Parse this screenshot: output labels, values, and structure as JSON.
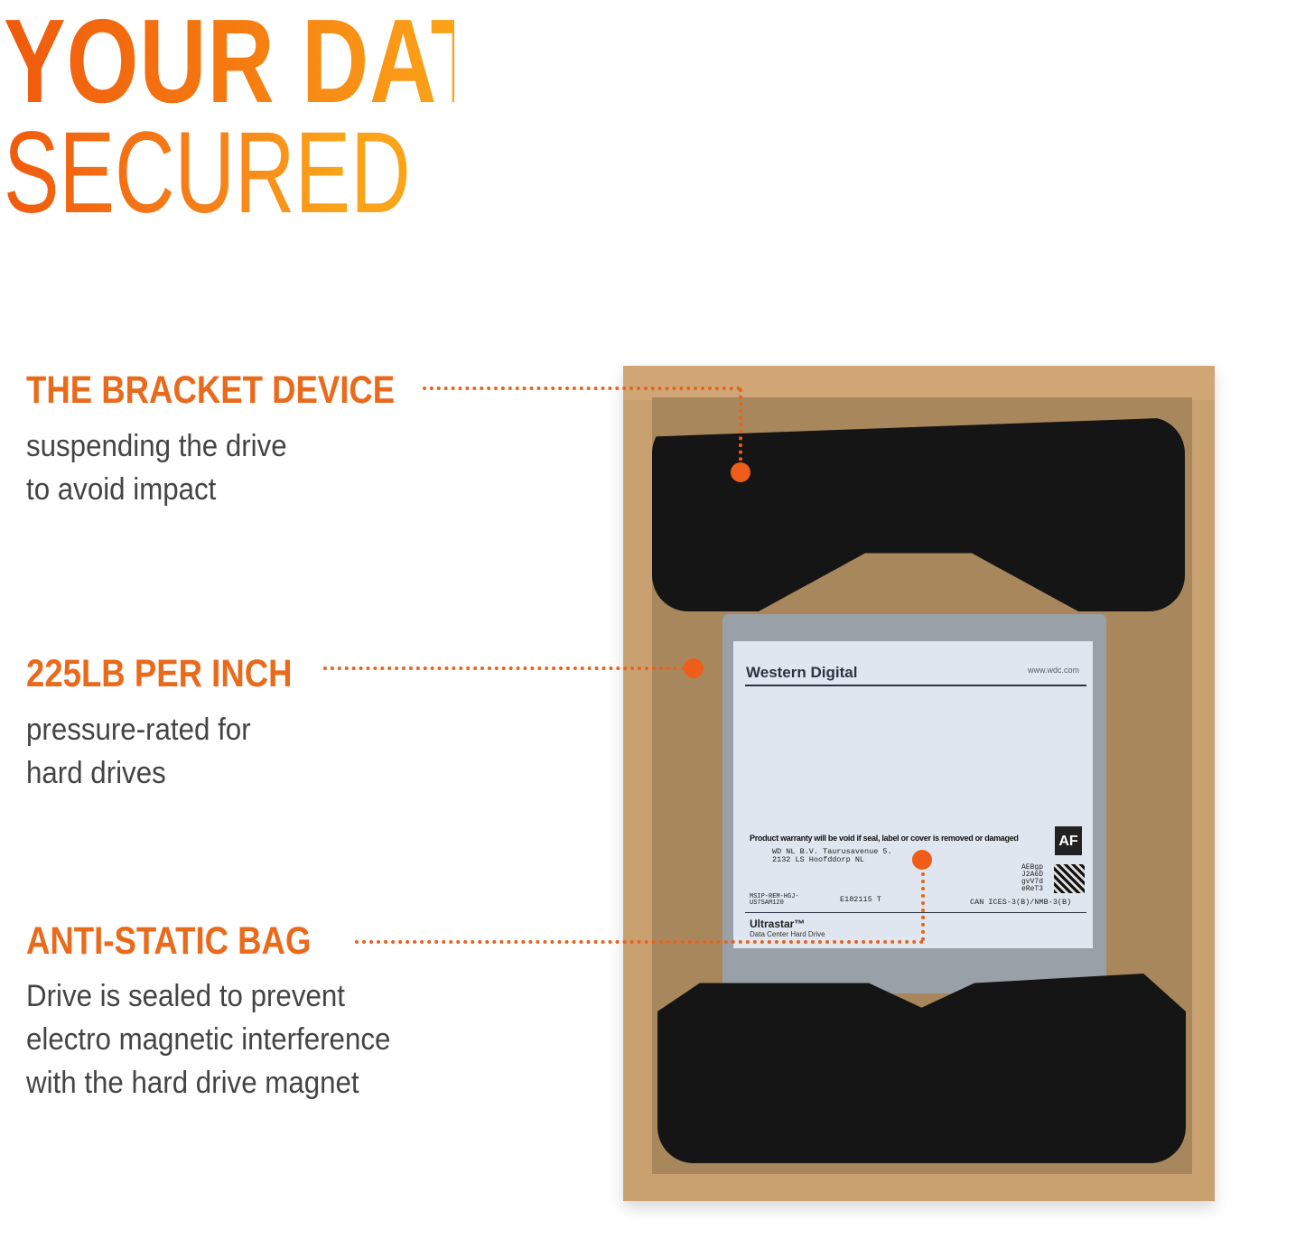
{
  "title": {
    "line1": "YOUR DATA",
    "line2": "SECURED"
  },
  "features": [
    {
      "heading": "THE BRACKET DEVICE",
      "lines": [
        "suspending the drive",
        "to avoid impact"
      ]
    },
    {
      "heading": "225LB PER INCH",
      "lines": [
        "pressure-rated for",
        "hard drives"
      ]
    },
    {
      "heading": "ANTI-STATIC BAG",
      "lines": [
        "Drive is sealed  to prevent",
        "electro magnetic interference",
        "with the hard drive magnet"
      ]
    }
  ],
  "drive_label": {
    "brand": "Western Digital",
    "url": "www.wdc.com",
    "warning": "Product warranty will be void if seal, label or cover is removed or damaged",
    "address": "WD NL B.V. Taurusavenue 5.\n2132 LS Hoofddorp NL",
    "msip": "MSIP-REM-HGJ-\nUS7SAM120",
    "ul": "E182115 T",
    "can": "CAN ICES-3(B)/NMB-3(B)",
    "code": "AEBgp\nJ2A6D\ngvV7d\neReT3",
    "af": "AF",
    "product": "Ultrastar™",
    "product_sub": "Data Center Hard Drive"
  },
  "colors": {
    "accent": "#ea6a1c",
    "title_start": "#f05a0e",
    "title_end": "#fba41a",
    "body_text": "#444444",
    "box": "#c9a070"
  }
}
